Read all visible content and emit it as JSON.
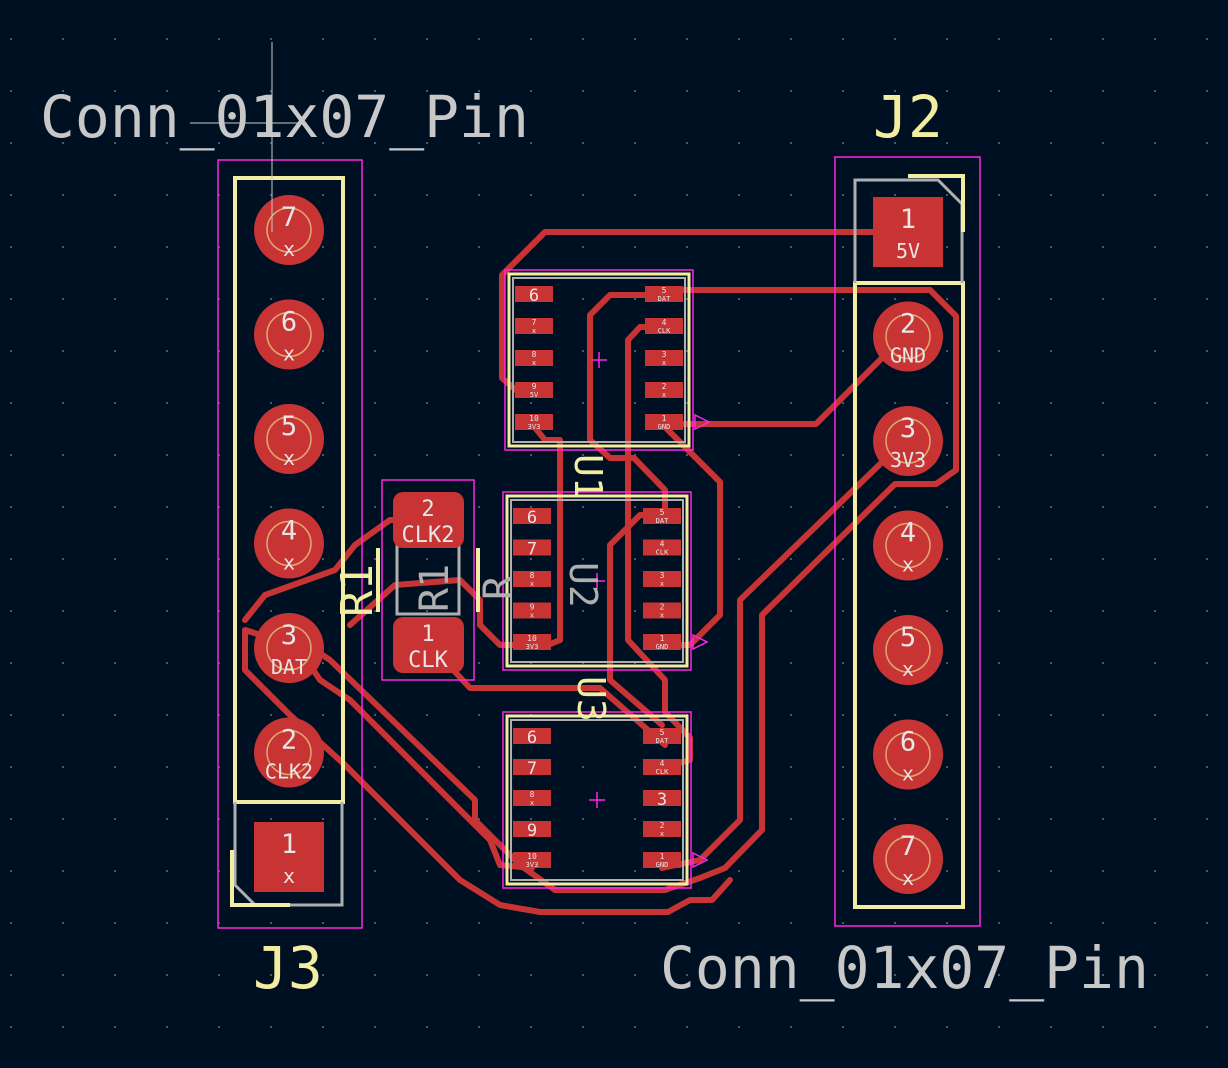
{
  "board": {
    "background": "#001023",
    "colors": {
      "copper": "#c83434",
      "silk": "#f2eda1",
      "courtyard": "#ff26e2",
      "fab": "#afafaf",
      "pad_text": "#e6e6e6",
      "grid": "#8496b0"
    }
  },
  "texts": {
    "j3_value": "Conn_01x07_Pin",
    "j2_ref": "J2",
    "j2_value": "Conn_01x07_Pin",
    "j3_ref": "J3",
    "r1_ref_silk": "R1",
    "r1_ref_fab": "R1",
    "r1_value_fab": "R",
    "u1_ref": "U1",
    "u2_ref": "U2",
    "u3_ref": "U3"
  },
  "j3": {
    "pads": [
      {
        "num": "7",
        "net": "x"
      },
      {
        "num": "6",
        "net": "x"
      },
      {
        "num": "5",
        "net": "x"
      },
      {
        "num": "4",
        "net": "x"
      },
      {
        "num": "3",
        "net": "DAT"
      },
      {
        "num": "2",
        "net": "CLK2"
      },
      {
        "num": "1",
        "net": "x"
      }
    ]
  },
  "j2": {
    "pads": [
      {
        "num": "1",
        "net": "5V"
      },
      {
        "num": "2",
        "net": "GND"
      },
      {
        "num": "3",
        "net": "3V3"
      },
      {
        "num": "4",
        "net": "x"
      },
      {
        "num": "5",
        "net": "x"
      },
      {
        "num": "6",
        "net": "x"
      },
      {
        "num": "7",
        "net": "x"
      }
    ]
  },
  "r1": {
    "pads": [
      {
        "num": "2",
        "net": "CLK2"
      },
      {
        "num": "1",
        "net": "CLK"
      }
    ]
  },
  "u_top": {
    "left_pads": [
      {
        "num": "6",
        "net": ""
      },
      {
        "num": "7",
        "net": "x"
      },
      {
        "num": "8",
        "net": "x"
      },
      {
        "num": "9",
        "net": "5V"
      },
      {
        "num": "10",
        "net": "3V3"
      }
    ],
    "right_pads": [
      {
        "num": "5",
        "net": "DAT"
      },
      {
        "num": "4",
        "net": "CLK"
      },
      {
        "num": "3",
        "net": "x"
      },
      {
        "num": "2",
        "net": "x"
      },
      {
        "num": "1",
        "net": "GND"
      }
    ]
  },
  "u_mid": {
    "left_pads": [
      {
        "num": "6",
        "net": ""
      },
      {
        "num": "7",
        "net": ""
      },
      {
        "num": "8",
        "net": "x"
      },
      {
        "num": "9",
        "net": "x"
      },
      {
        "num": "10",
        "net": "3V3"
      }
    ],
    "right_pads": [
      {
        "num": "5",
        "net": "DAT"
      },
      {
        "num": "4",
        "net": "CLK"
      },
      {
        "num": "3",
        "net": "x"
      },
      {
        "num": "2",
        "net": "x"
      },
      {
        "num": "1",
        "net": "GND"
      }
    ]
  },
  "u_bot": {
    "left_pads": [
      {
        "num": "6",
        "net": ""
      },
      {
        "num": "7",
        "net": ""
      },
      {
        "num": "8",
        "net": "x"
      },
      {
        "num": "9",
        "net": ""
      },
      {
        "num": "10",
        "net": "3V3"
      }
    ],
    "right_pads": [
      {
        "num": "5",
        "net": "DAT"
      },
      {
        "num": "4",
        "net": "CLK"
      },
      {
        "num": "3",
        "net": ""
      },
      {
        "num": "2",
        "net": "x"
      },
      {
        "num": "1",
        "net": "GND"
      }
    ]
  }
}
